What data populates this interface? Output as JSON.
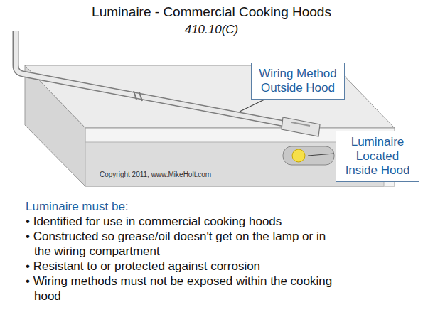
{
  "diagram": {
    "title": "Luminaire - Commercial Cooking Hoods",
    "nodes": [
      {
        "text": [
          "Wiring Method Outside Hood"
        ]
      },
      {
        "text": [
          "Luminaire Located Inside Hood"
        ]
      }
    ],
    "labels": [
      "410.10(C)",
      "Copyright 2011, www.MikeHolt.com",
      "Luminaire must be:",
      "• Identified for use in commercial cooking hoods",
      "• Constructed so grease/oil doesn't get on the lamp or in the wiring compartment",
      "• Resistant to or protected against corrosion",
      "• Wiring methods must not be exposed within the cooking hood"
    ]
  }
}
